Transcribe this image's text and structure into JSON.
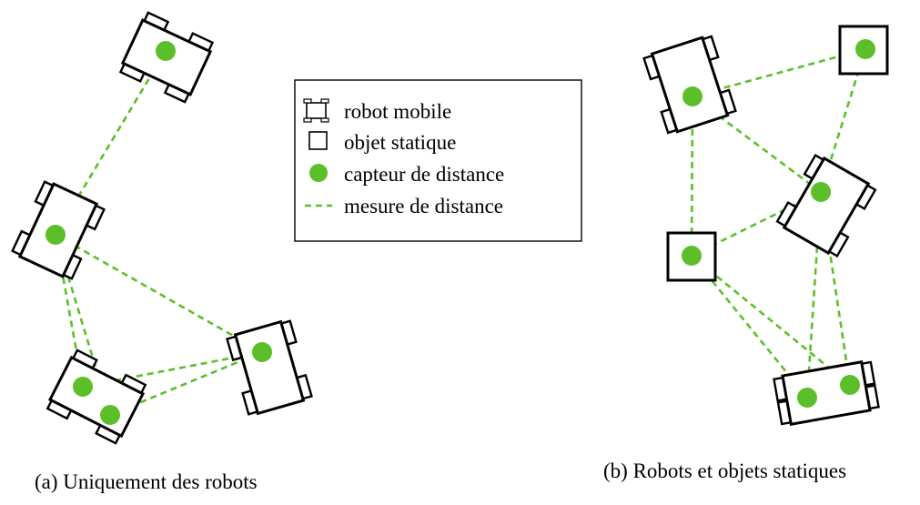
{
  "colors": {
    "sensor": "#5cbf2a",
    "link": "#5cbf2a",
    "outline": "#000000"
  },
  "legend": {
    "items": [
      {
        "icon": "robot-mobile-icon",
        "label": "robot mobile"
      },
      {
        "icon": "static-object-icon",
        "label": "objet statique"
      },
      {
        "icon": "distance-sensor-icon",
        "label": "capteur de distance"
      },
      {
        "icon": "distance-measure-icon",
        "label": "mesure de distance"
      }
    ]
  },
  "panels": {
    "a": {
      "caption": "(a) Uniquement des robots"
    },
    "b": {
      "caption": "(b) Robots et objets statiques"
    }
  }
}
